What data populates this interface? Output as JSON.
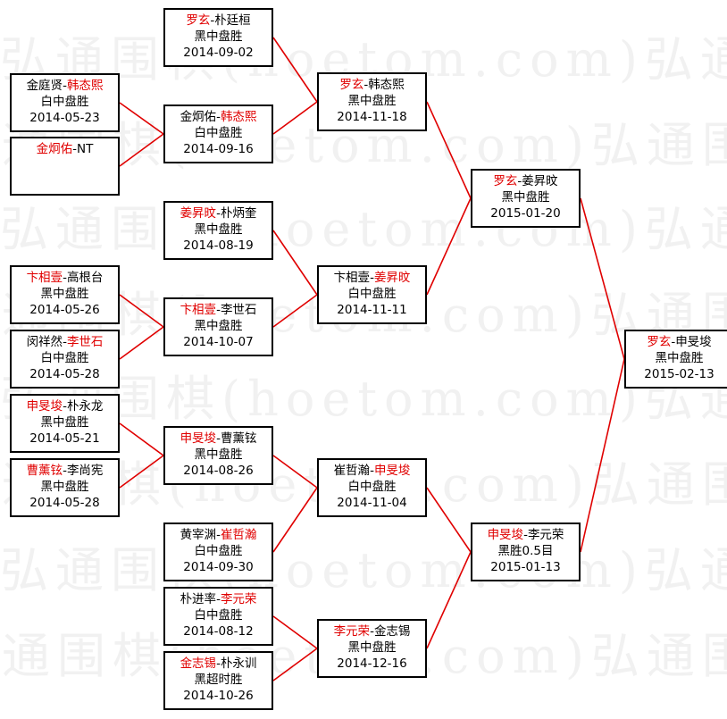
{
  "watermark": "弘通围棋(hoetom.com)",
  "colors": {
    "winner": "#e00000",
    "line": "#e00000",
    "border": "#000000"
  },
  "matches": [
    {
      "id": "r1a",
      "p1": "金庭贤",
      "p2": "韩态熙",
      "winner": 2,
      "result": "白中盘胜",
      "date": "2014-05-23"
    },
    {
      "id": "r1b",
      "p1": "金炯佑",
      "p2": "NT",
      "winner": 1,
      "result": "",
      "date": ""
    },
    {
      "id": "r1c",
      "p1": "卞相壹",
      "p2": "高根台",
      "winner": 1,
      "result": "黑中盘胜",
      "date": "2014-05-26"
    },
    {
      "id": "r1d",
      "p1": "闵祥然",
      "p2": "李世石",
      "winner": 2,
      "result": "白中盘胜",
      "date": "2014-05-28"
    },
    {
      "id": "r1e",
      "p1": "申旻埈",
      "p2": "朴永龙",
      "winner": 1,
      "result": "黑中盘胜",
      "date": "2014-05-21"
    },
    {
      "id": "r1f",
      "p1": "曹薰铉",
      "p2": "李尚宪",
      "winner": 1,
      "result": "黑中盘胜",
      "date": "2014-05-28"
    },
    {
      "id": "r2a",
      "p1": "罗玄",
      "p2": "朴廷桓",
      "winner": 1,
      "result": "黑中盘胜",
      "date": "2014-09-02"
    },
    {
      "id": "r2b",
      "p1": "金炯佑",
      "p2": "韩态熙",
      "winner": 2,
      "result": "白中盘胜",
      "date": "2014-09-16"
    },
    {
      "id": "r2c",
      "p1": "姜昇旼",
      "p2": "朴炳奎",
      "winner": 1,
      "result": "黑中盘胜",
      "date": "2014-08-19"
    },
    {
      "id": "r2d",
      "p1": "卞相壹",
      "p2": "李世石",
      "winner": 1,
      "result": "黑中盘胜",
      "date": "2014-10-07"
    },
    {
      "id": "r2e",
      "p1": "申旻埈",
      "p2": "曹薰铉",
      "winner": 1,
      "result": "黑中盘胜",
      "date": "2014-08-26"
    },
    {
      "id": "r2f",
      "p1": "黄宰渊",
      "p2": "崔哲瀚",
      "winner": 2,
      "result": "白中盘胜",
      "date": "2014-09-30"
    },
    {
      "id": "r2g",
      "p1": "朴进率",
      "p2": "李元荣",
      "winner": 2,
      "result": "白中盘胜",
      "date": "2014-08-12"
    },
    {
      "id": "r2h",
      "p1": "金志锡",
      "p2": "朴永训",
      "winner": 1,
      "result": "黑超时胜",
      "date": "2014-10-26"
    },
    {
      "id": "r3a",
      "p1": "罗玄",
      "p2": "韩态熙",
      "winner": 1,
      "result": "黑中盘胜",
      "date": "2014-11-18"
    },
    {
      "id": "r3b",
      "p1": "卞相壹",
      "p2": "姜昇旼",
      "winner": 2,
      "result": "白中盘胜",
      "date": "2014-11-11"
    },
    {
      "id": "r3c",
      "p1": "崔哲瀚",
      "p2": "申旻埈",
      "winner": 2,
      "result": "白中盘胜",
      "date": "2014-11-04"
    },
    {
      "id": "r3d",
      "p1": "李元荣",
      "p2": "金志锡",
      "winner": 1,
      "result": "黑中盘胜",
      "date": "2014-12-16"
    },
    {
      "id": "r4a",
      "p1": "罗玄",
      "p2": "姜昇旼",
      "winner": 1,
      "result": "黑中盘胜",
      "date": "2015-01-20"
    },
    {
      "id": "r4b",
      "p1": "申旻埈",
      "p2": "李元荣",
      "winner": 1,
      "result": "黑胜0.5目",
      "date": "2015-01-13"
    },
    {
      "id": "final",
      "p1": "罗玄",
      "p2": "申旻埈",
      "winner": 1,
      "result": "黑中盘胜",
      "date": "2015-02-13"
    }
  ]
}
